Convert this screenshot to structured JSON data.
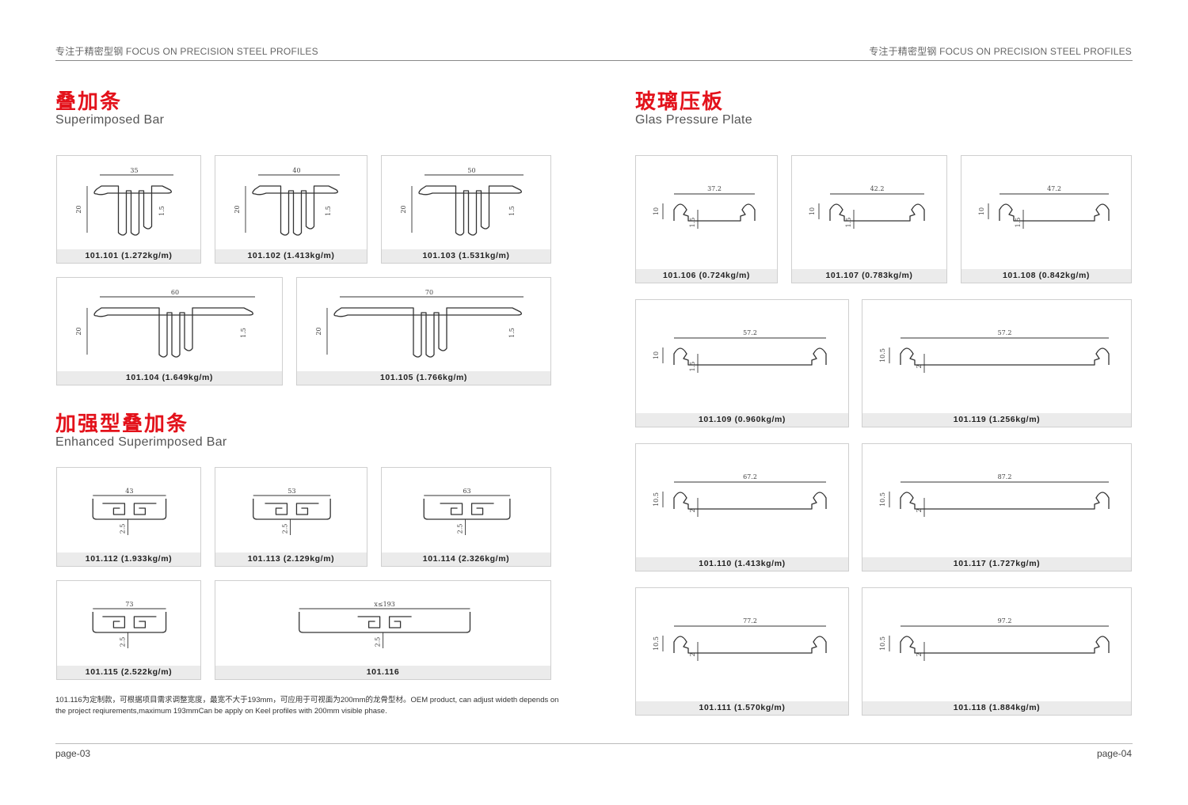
{
  "header": {
    "left": "专注于精密型钢 FOCUS ON PRECISION STEEL PROFILES",
    "right": "专注于精密型钢 FOCUS ON PRECISION STEEL PROFILES"
  },
  "sections": {
    "superimposed": {
      "cn": "叠加条",
      "en": "Superimposed Bar"
    },
    "enhanced": {
      "cn": "加强型叠加条",
      "en": "Enhanced Superimposed Bar"
    },
    "glass": {
      "cn": "玻璃压板",
      "en": "Glas Pressure Plate"
    }
  },
  "products": {
    "p101101": {
      "caption": "101.101 (1.272kg/m)",
      "width": "35",
      "height": "20",
      "thick": "1.5"
    },
    "p101102": {
      "caption": "101.102 (1.413kg/m)",
      "width": "40",
      "height": "20",
      "thick": "1.5"
    },
    "p101103": {
      "caption": "101.103 (1.531kg/m)",
      "width": "50",
      "height": "20",
      "thick": "1.5"
    },
    "p101104": {
      "caption": "101.104 (1.649kg/m)",
      "width": "60",
      "height": "20",
      "thick": "1.5"
    },
    "p101105": {
      "caption": "101.105 (1.766kg/m)",
      "width": "70",
      "height": "20",
      "thick": "1.5"
    },
    "p101112": {
      "caption": "101.112 (1.933kg/m)",
      "width": "43",
      "thick": "2.5"
    },
    "p101113": {
      "caption": "101.113 (2.129kg/m)",
      "width": "53",
      "thick": "2.5"
    },
    "p101114": {
      "caption": "101.114 (2.326kg/m)",
      "width": "63",
      "thick": "2.5"
    },
    "p101115": {
      "caption": "101.115 (2.522kg/m)",
      "width": "73",
      "thick": "2.5"
    },
    "p101116": {
      "caption": "101.116",
      "width": "x≤193",
      "thick": "2.5"
    },
    "p101106": {
      "caption": "101.106 (0.724kg/m)",
      "width": "37.2",
      "height": "10",
      "thick": "1.5"
    },
    "p101107": {
      "caption": "101.107 (0.783kg/m)",
      "width": "42.2",
      "height": "10",
      "thick": "1.5"
    },
    "p101108": {
      "caption": "101.108 (0.842kg/m)",
      "width": "47.2",
      "height": "10",
      "thick": "1.5"
    },
    "p101109": {
      "caption": "101.109 (0.960kg/m)",
      "width": "57.2",
      "height": "10",
      "thick": "1.5"
    },
    "p101119": {
      "caption": "101.119 (1.256kg/m)",
      "width": "57.2",
      "height": "10.5",
      "thick": "2"
    },
    "p101110": {
      "caption": "101.110 (1.413kg/m)",
      "width": "67.2",
      "height": "10.5",
      "thick": "2"
    },
    "p101117": {
      "caption": "101.117 (1.727kg/m)",
      "width": "87.2",
      "height": "10.5",
      "thick": "2"
    },
    "p101111": {
      "caption": "101.111 (1.570kg/m)",
      "width": "77.2",
      "height": "10.5",
      "thick": "2"
    },
    "p101118": {
      "caption": "101.118 (1.884kg/m)",
      "width": "97.2",
      "height": "10.5",
      "thick": "2"
    }
  },
  "note": "101.116为定制款，可根据项目需求调整宽度，最宽不大于193mm，可应用于可视面为200mm的龙骨型材。OEM product, can adjust wideth depends on the project reqiurements,maximum 193mmCan be apply on Keel profiles with 200mm visible phase.",
  "pages": {
    "left": "page-03",
    "right": "page-04"
  }
}
